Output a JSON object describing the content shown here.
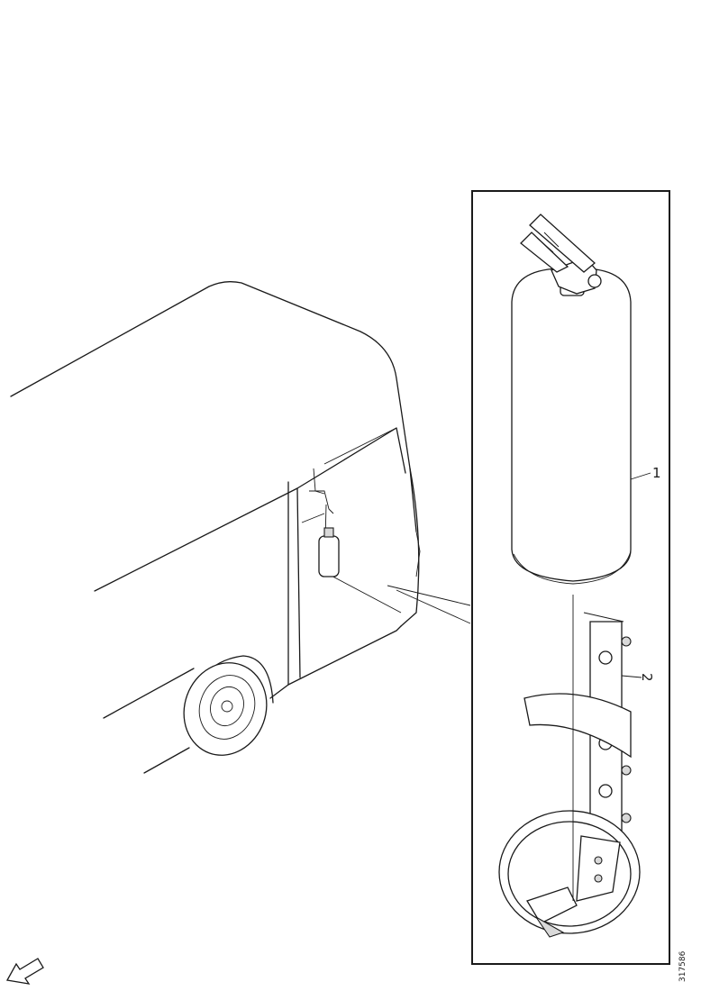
{
  "callouts": {
    "extinguisher": "1",
    "bracket": "2"
  },
  "figure_code": "317586",
  "icons": [
    "direction-arrow-icon"
  ]
}
